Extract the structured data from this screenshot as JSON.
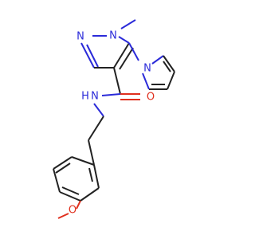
{
  "atoms": {
    "n_pyrazole_2": "N",
    "n_pyrazole_1": "N",
    "n_pyrrole": "N",
    "amide_nh": "N",
    "amide_h": "H",
    "amide_o": "O",
    "methoxy_o": "O"
  },
  "colors": {
    "bond": "#222222",
    "nitrogen": "#2b2bd9",
    "oxygen": "#e0301e",
    "background": "#ffffff"
  }
}
